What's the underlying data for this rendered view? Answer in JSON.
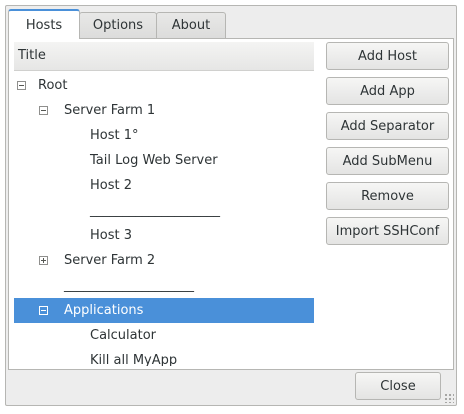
{
  "tabs": [
    "Hosts",
    "Options",
    "About"
  ],
  "tree": {
    "header": "Title",
    "rows": [
      {
        "label": "Root",
        "expander": "minus"
      },
      {
        "label": "Server Farm 1",
        "expander": "minus"
      },
      {
        "label": "Host 1°"
      },
      {
        "label": "Tail Log Web Server"
      },
      {
        "label": "Host 2"
      },
      {
        "label": "____________________"
      },
      {
        "label": "Host 3"
      },
      {
        "label": "Server Farm 2",
        "expander": "plus"
      },
      {
        "label": "____________________"
      },
      {
        "label": "Applications",
        "expander": "minus",
        "selected": true
      },
      {
        "label": "Calculator"
      },
      {
        "label": "Kill all MyApp"
      }
    ]
  },
  "buttons": {
    "add_host": "Add Host",
    "add_app": "Add App",
    "add_separator": "Add Separator",
    "add_submenu": "Add SubMenu",
    "remove": "Remove",
    "import_ssh": "Import SSHConf"
  },
  "close_label": "Close",
  "colors": {
    "selection": "#4a90d9",
    "active_tab_accent": "#4a90d9"
  }
}
